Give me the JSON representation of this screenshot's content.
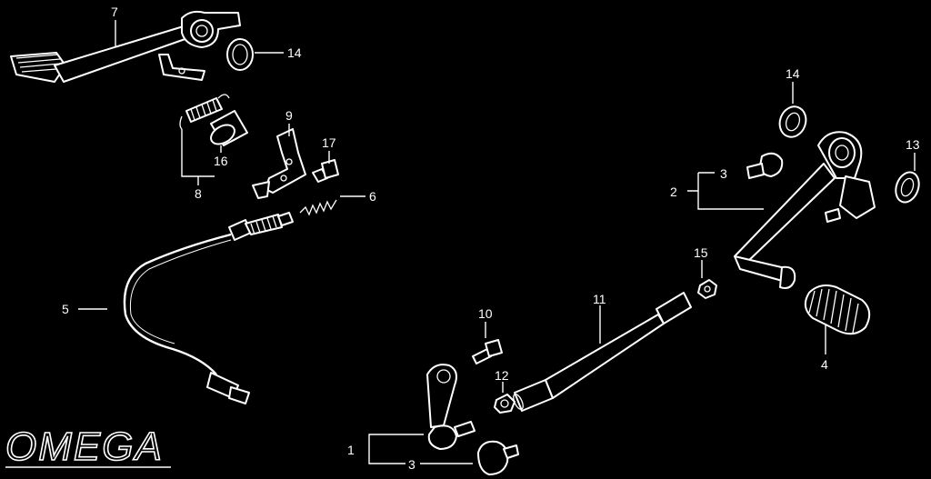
{
  "brand": {
    "logo_text": "OMEGA"
  },
  "callouts": {
    "c1": "1",
    "c2": "2",
    "c3a": "3",
    "c3b": "3",
    "c4": "4",
    "c5": "5",
    "c6": "6",
    "c7": "7",
    "c8": "8",
    "c9": "9",
    "c10": "10",
    "c11": "11",
    "c12": "12",
    "c13": "13",
    "c14a": "14",
    "c14b": "14",
    "c15": "15",
    "c16": "16",
    "c17": "17"
  },
  "colors": {
    "background": "#000000",
    "line_art": "#ffffff"
  }
}
